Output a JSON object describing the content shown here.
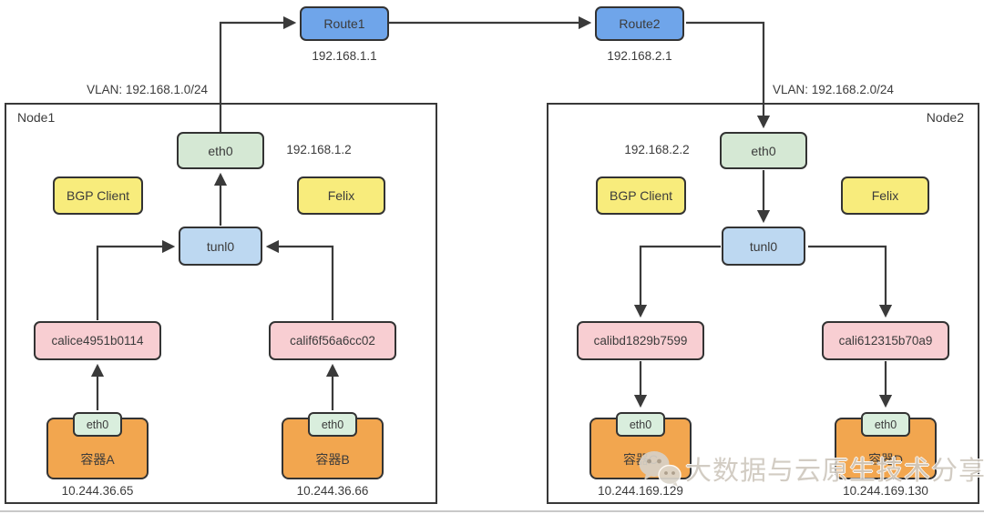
{
  "routers": [
    {
      "label": "Route1",
      "ip": "192.168.1.1"
    },
    {
      "label": "Route2",
      "ip": "192.168.2.1"
    }
  ],
  "vlan_labels": [
    "VLAN: 192.168.1.0/24",
    "VLAN: 192.168.2.0/24"
  ],
  "nodes": [
    {
      "name": "Node1",
      "host_ip": "192.168.1.2",
      "nic_label": "eth0",
      "tunnel_label": "tunl0",
      "bgp_label": "BGP Client",
      "felix_label": "Felix",
      "veths": [
        "calice4951b0114",
        "calif6f56a6cc02"
      ],
      "containers": [
        {
          "name": "容器A",
          "iface": "eth0",
          "ip": "10.244.36.65"
        },
        {
          "name": "容器B",
          "iface": "eth0",
          "ip": "10.244.36.66"
        }
      ]
    },
    {
      "name": "Node2",
      "host_ip": "192.168.2.2",
      "nic_label": "eth0",
      "tunnel_label": "tunl0",
      "bgp_label": "BGP Client",
      "felix_label": "Felix",
      "veths": [
        "calibd1829b7599",
        "cali612315b70a9"
      ],
      "containers": [
        {
          "name": "容器C",
          "iface": "eth0",
          "ip": "10.244.169.129"
        },
        {
          "name": "容器D",
          "iface": "eth0",
          "ip": "10.244.169.130"
        }
      ]
    }
  ],
  "watermark": {
    "icon": "wechat-icon",
    "text": "大数据与云原生技术分享"
  },
  "colors": {
    "router": "#6fa5ea",
    "nic": "#d5e8d4",
    "service": "#f8ec7c",
    "tunnel": "#bdd8f1",
    "veth": "#f8ced2",
    "container": "#f2a64f",
    "container-nic": "#d9eedd",
    "line": "#3a3a3a"
  }
}
